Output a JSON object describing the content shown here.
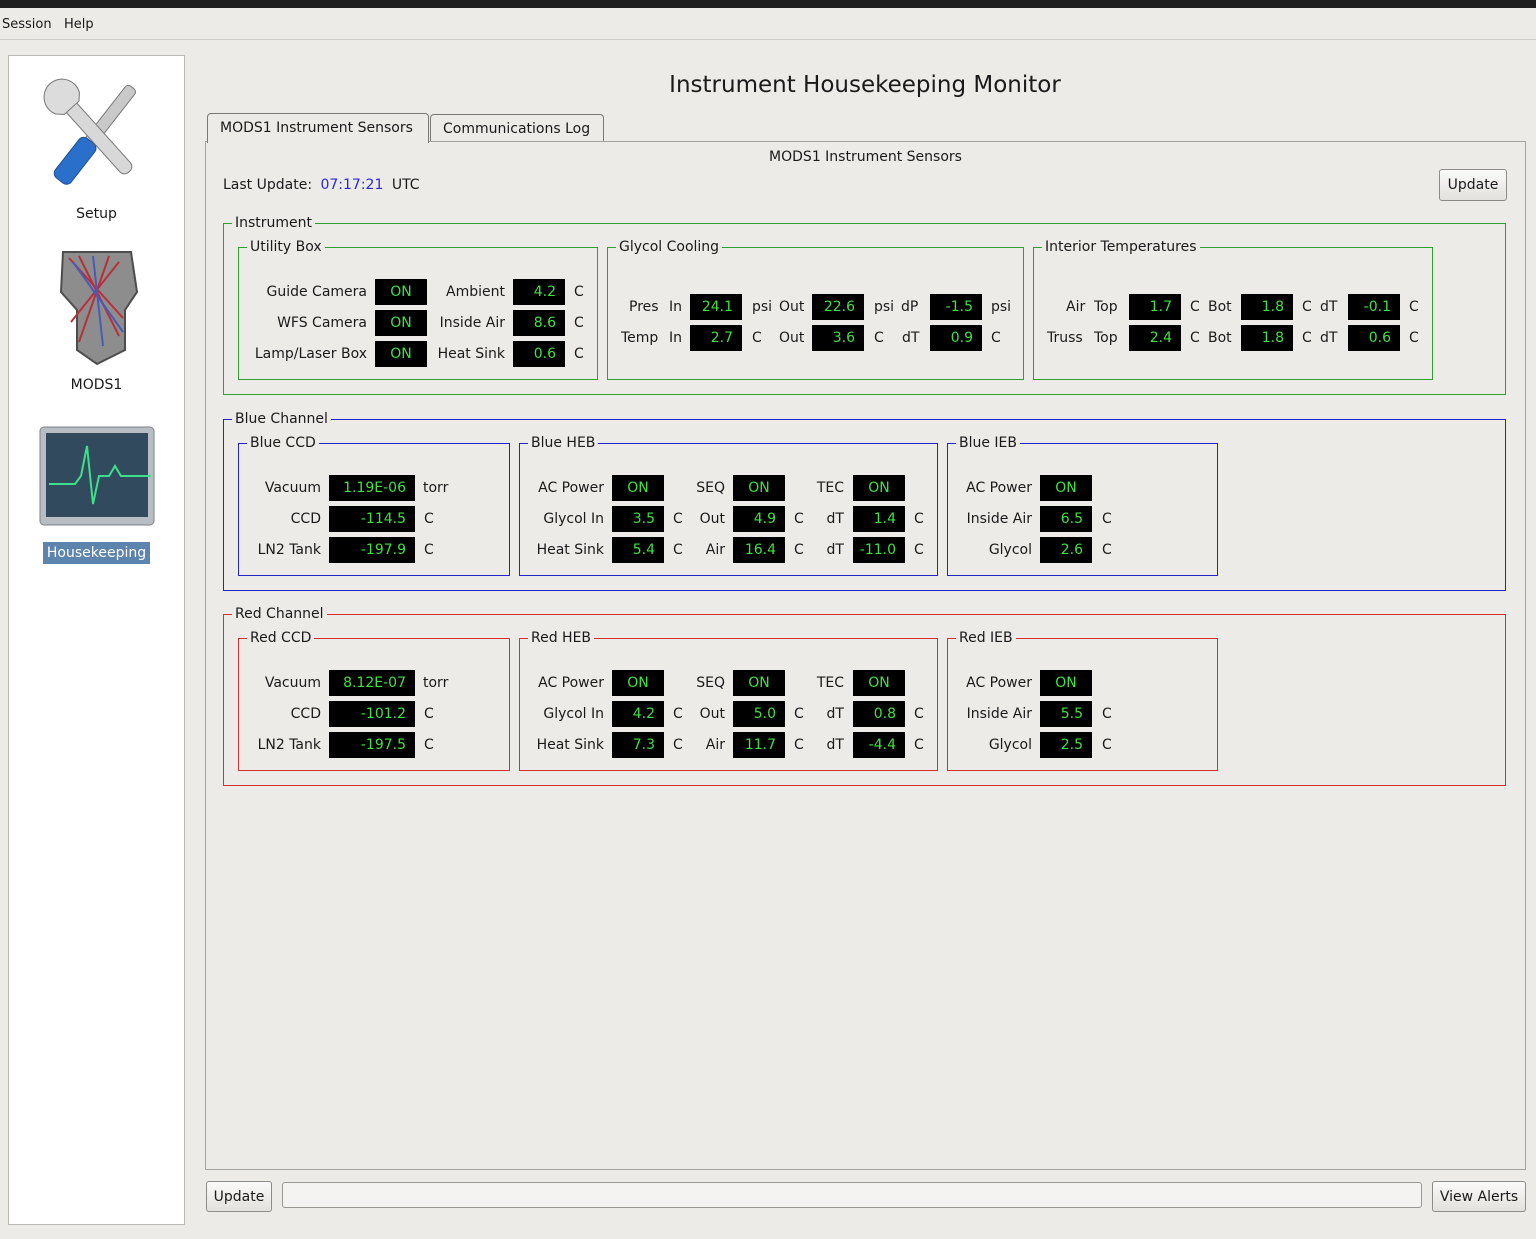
{
  "menu": {
    "session": "Session",
    "help": "Help"
  },
  "sidebar": {
    "items": [
      {
        "label": "Setup",
        "icon": "tools-icon"
      },
      {
        "label": "MODS1",
        "icon": "instrument-icon"
      },
      {
        "label": "Housekeeping",
        "icon": "monitor-icon",
        "selected": true
      }
    ]
  },
  "title": "Instrument Housekeeping Monitor",
  "tabs": [
    {
      "label": "MODS1 Instrument Sensors",
      "active": true
    },
    {
      "label": "Communications Log"
    }
  ],
  "panel": {
    "title": "MODS1 Instrument Sensors",
    "last_update_label": "Last Update:",
    "last_update_time": "07:17:21",
    "last_update_tz": "UTC",
    "update_button": "Update"
  },
  "colors": {
    "instrument": "#2fa02f",
    "blue": "#2323c8",
    "red": "#d43030",
    "led_text": "#3ee23e",
    "time": "#2727e0"
  },
  "instrument": {
    "title": "Instrument",
    "utility_box": {
      "title": "Utility Box",
      "guide_camera": {
        "label": "Guide Camera",
        "value": "ON"
      },
      "wfs_camera": {
        "label": "WFS Camera",
        "value": "ON"
      },
      "lamp_laser": {
        "label": "Lamp/Laser Box",
        "value": "ON"
      },
      "ambient": {
        "label": "Ambient",
        "value": "4.2",
        "unit": "C"
      },
      "inside_air": {
        "label": "Inside Air",
        "value": "8.6",
        "unit": "C"
      },
      "heat_sink": {
        "label": "Heat Sink",
        "value": "0.6",
        "unit": "C"
      }
    },
    "glycol": {
      "title": "Glycol Cooling",
      "pres_label": "Pres",
      "temp_label": "Temp",
      "in_label": "In",
      "out_label": "Out",
      "dp_label": "dP",
      "dt_label": "dT",
      "pres_in": "24.1",
      "pres_out": "22.6",
      "pres_dp": "-1.5",
      "temp_in": "2.7",
      "temp_out": "3.6",
      "temp_dt": "0.9",
      "psi": "psi",
      "c": "C"
    },
    "interior": {
      "title": "Interior Temperatures",
      "air_label": "Air",
      "truss_label": "Truss",
      "top_label": "Top",
      "bot_label": "Bot",
      "dt_label": "dT",
      "air_top": "1.7",
      "air_bot": "1.8",
      "air_dt": "-0.1",
      "truss_top": "2.4",
      "truss_bot": "1.8",
      "truss_dt": "0.6",
      "c": "C"
    }
  },
  "blue": {
    "title": "Blue Channel",
    "ccd": {
      "title": "Blue CCD",
      "vacuum_label": "Vacuum",
      "vacuum": "1.19E-06",
      "torr": "torr",
      "ccd_label": "CCD",
      "ccd": "-114.5",
      "ln2_label": "LN2 Tank",
      "ln2": "-197.9",
      "c": "C"
    },
    "heb": {
      "title": "Blue HEB",
      "ac_label": "AC Power",
      "ac": "ON",
      "seq_label": "SEQ",
      "seq": "ON",
      "tec_label": "TEC",
      "tec": "ON",
      "glycol_in_label": "Glycol In",
      "glycol_in": "3.5",
      "out_label": "Out",
      "out": "4.9",
      "dt_label": "dT",
      "dt1": "1.4",
      "heat_sink_label": "Heat Sink",
      "heat_sink": "5.4",
      "air_label": "Air",
      "air": "16.4",
      "dt2": "-11.0",
      "c": "C"
    },
    "ieb": {
      "title": "Blue IEB",
      "ac_label": "AC Power",
      "ac": "ON",
      "inside_air_label": "Inside Air",
      "inside_air": "6.5",
      "glycol_label": "Glycol",
      "glycol": "2.6",
      "c": "C"
    }
  },
  "red": {
    "title": "Red Channel",
    "ccd": {
      "title": "Red CCD",
      "vacuum_label": "Vacuum",
      "vacuum": "8.12E-07",
      "torr": "torr",
      "ccd_label": "CCD",
      "ccd": "-101.2",
      "ln2_label": "LN2 Tank",
      "ln2": "-197.5",
      "c": "C"
    },
    "heb": {
      "title": "Red HEB",
      "ac_label": "AC Power",
      "ac": "ON",
      "seq_label": "SEQ",
      "seq": "ON",
      "tec_label": "TEC",
      "tec": "ON",
      "glycol_in_label": "Glycol In",
      "glycol_in": "4.2",
      "out_label": "Out",
      "out": "5.0",
      "dt_label": "dT",
      "dt1": "0.8",
      "heat_sink_label": "Heat Sink",
      "heat_sink": "7.3",
      "air_label": "Air",
      "air": "11.7",
      "dt2": "-4.4",
      "c": "C"
    },
    "ieb": {
      "title": "Red IEB",
      "ac_label": "AC Power",
      "ac": "ON",
      "inside_air_label": "Inside Air",
      "inside_air": "5.5",
      "glycol_label": "Glycol",
      "glycol": "2.5",
      "c": "C"
    }
  },
  "footer": {
    "update_button": "Update",
    "status_text": "",
    "view_alerts_button": "View Alerts"
  }
}
